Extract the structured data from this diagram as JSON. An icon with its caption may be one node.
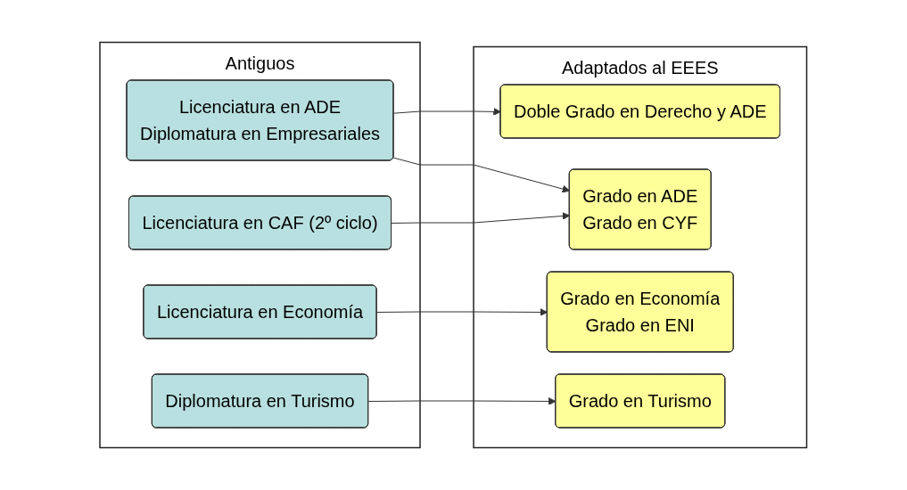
{
  "diagram": {
    "nodes": [
      {
        "text": [
          "Antiguos"
        ]
      },
      {
        "text": [
          "Licenciatura en ADE",
          "Diplomatura en Empresariales"
        ],
        "in": 0
      },
      {
        "text": [
          "Licenciatura en CAF (2º ciclo)"
        ],
        "in": 0
      },
      {
        "text": [
          "Licenciatura en Economía"
        ],
        "in": 0
      },
      {
        "text": [
          "Diplomatura en Turismo"
        ],
        "in": 0
      },
      {
        "text": [
          "Adaptados al EEES"
        ]
      },
      {
        "text": [
          "Doble Grado en Derecho y ADE"
        ],
        "in": 5
      },
      {
        "text": [
          "Grado en ADE",
          "Grado en CYF"
        ],
        "in": 5
      },
      {
        "text": [
          "Grado en Economía",
          "Grado en ENI"
        ],
        "in": 5
      },
      {
        "text": [
          "Grado en Turismo"
        ],
        "in": 5
      }
    ],
    "edges": [
      {
        "from": 1,
        "to": 6,
        "arrow": "to"
      },
      {
        "from": 1,
        "to": 7,
        "arrow": "to"
      },
      {
        "from": 2,
        "to": 7,
        "arrow": "to"
      },
      {
        "from": 3,
        "to": 8,
        "arrow": "to"
      },
      {
        "from": 4,
        "to": 9,
        "arrow": "to"
      }
    ]
  }
}
